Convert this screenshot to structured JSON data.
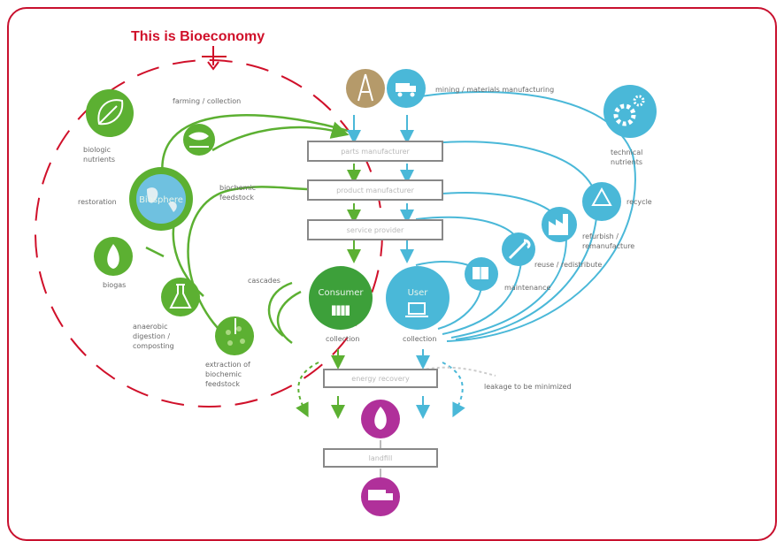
{
  "headline": "This is Bioeconomy",
  "colors": {
    "accent_red": "#d0102a",
    "bio_green": "#5cb032",
    "tech_blue": "#4ab8d8",
    "purple": "#b0309a",
    "brown": "#b59a6a"
  },
  "boxes": {
    "parts": "parts manufacturer",
    "product": "product manufacturer",
    "service": "service provider",
    "energy": "energy recovery",
    "landfill": "landfill"
  },
  "labels": {
    "farming": "farming / collection",
    "mining": "mining / materials manufacturing",
    "bio_nutrients_1": "biologic",
    "bio_nutrients_2": "nutrients",
    "restoration": "restoration",
    "biosphere": "Biosphere",
    "biochemic_1": "biochemic",
    "biochemic_2": "feedstock",
    "biogas": "biogas",
    "cascades": "cascades",
    "anaerobic_1": "anaerobic",
    "anaerobic_2": "digestion /",
    "anaerobic_3": "composting",
    "extraction_1": "extraction of",
    "extraction_2": "biochemic",
    "extraction_3": "feedstock",
    "consumer": "Consumer",
    "user": "User",
    "collection_consumer": "collection",
    "collection_user": "collection",
    "tech_nutrients_1": "technical",
    "tech_nutrients_2": "nutrients",
    "recycle": "recycle",
    "refurbish_1": "refurbish /",
    "refurbish_2": "remanufacture",
    "reuse": "reuse / redistribute",
    "maintenance": "maintenance",
    "leakage": "leakage to be minimized"
  },
  "icons": [
    "leaf-icon",
    "fish-wheat-icon",
    "globe-icon",
    "flame-icon",
    "flask-icon",
    "extraction-icon",
    "oil-rig-icon",
    "truck-icon",
    "gear-icon",
    "recycle-icon",
    "factory-icon",
    "wrench-icon",
    "box-icon",
    "basket-icon",
    "laptop-icon",
    "fire-icon",
    "landfill-truck-icon"
  ]
}
